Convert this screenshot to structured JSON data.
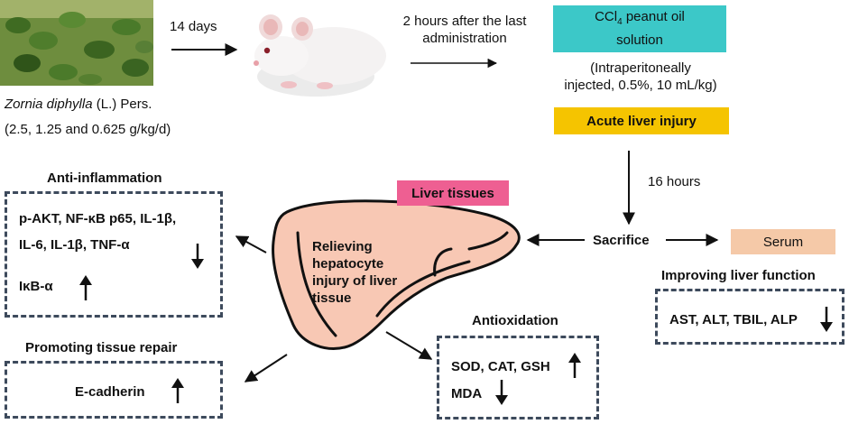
{
  "plant": {
    "species": "Zornia diphylla",
    "author_prefix": "(L.)",
    "author_suffix": " Pers.",
    "dose": "(2.5, 1.25 and 0.625 g/kg/d)"
  },
  "timeline": {
    "days": "14 days",
    "after_admin_line1": "2 hours after the last",
    "after_admin_line2": "administration",
    "hours16": "16 hours"
  },
  "ccl4": {
    "prefix": "CCl",
    "sub": "4",
    "suffix": " peanut oil",
    "line2": "solution",
    "injection_line1": "(Intraperitoneally",
    "injection_line2": "injected, 0.5%, 10 mL/kg)"
  },
  "tags": {
    "acute": "Acute liver injury",
    "liver_tissues": "Liver tissues",
    "serum": "Serum",
    "sacrifice": "Sacrifice"
  },
  "liver": {
    "line1": "Relieving",
    "line2": "hepatocyte",
    "line3": "injury of liver",
    "line4": "tissue"
  },
  "inflammation": {
    "title": "Anti-inflammation",
    "line1": "p-AKT, NF-κB p65, IL-1β,",
    "line2": "IL-6, IL-1β, TNF-α",
    "line3": "IκB-α"
  },
  "repair": {
    "title": "Promoting tissue repair",
    "line1": "E-cadherin"
  },
  "antioxidation": {
    "title": "Antioxidation",
    "line1": "SOD, CAT, GSH",
    "line2": "MDA"
  },
  "liver_function": {
    "title": "Improving liver function",
    "line1": "AST, ALT, TBIL, ALP"
  },
  "colors": {
    "teal": "#3cc8c8",
    "gold": "#f5c400",
    "pink": "#ee5f92",
    "peach": "#f5c9a8",
    "liver": "#f8c8b4",
    "dash": "#3d4a5c"
  },
  "icons": {
    "plant": "plant-photo-icon",
    "mouse": "mouse-icon",
    "liver": "liver-icon"
  }
}
